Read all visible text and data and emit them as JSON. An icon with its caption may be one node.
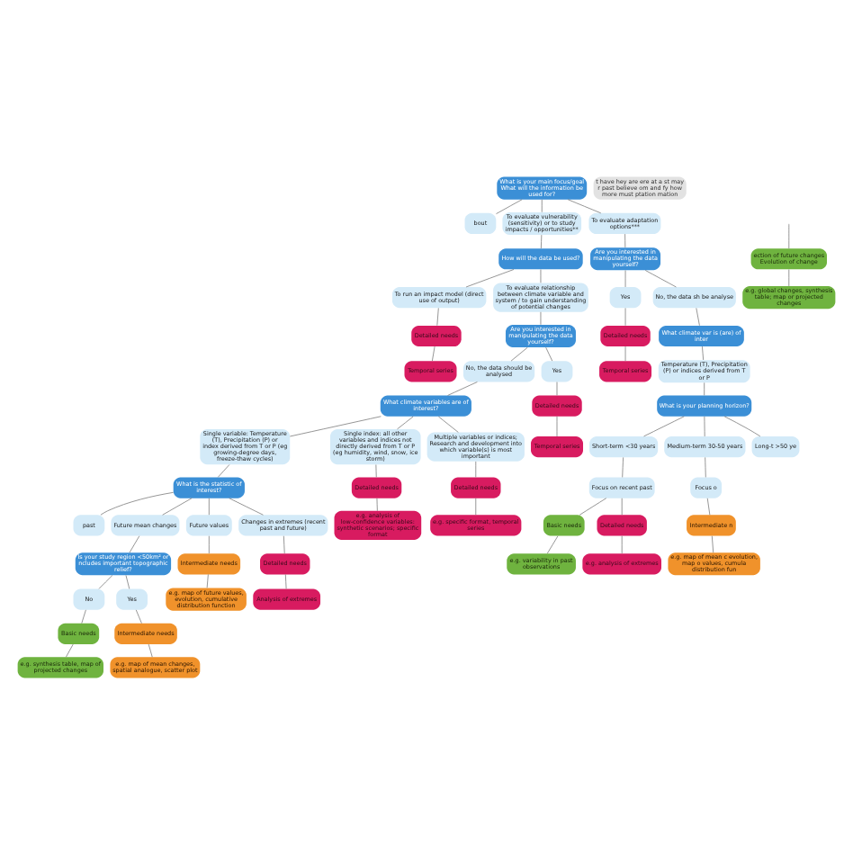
{
  "diagram": {
    "nodes": [
      {
        "text": [
          "What is your main focus/goal What will the information be used for?"
        ]
      },
      {
        "text": [
          "bout"
        ]
      },
      {
        "text": [
          "To evaluate vulnerability (sensitivity) or to study impacts / opportunities**"
        ]
      },
      {
        "text": [
          "To evaluate adaptation options***"
        ]
      },
      {
        "text": [
          "ection of future changes Evolution of change"
        ]
      },
      {
        "text": [
          "e.g. global changes, synthesis table; map or projected changes"
        ]
      },
      {
        "text": [
          "How will the data be used?"
        ]
      },
      {
        "text": [
          "To run an impact model (direct use of output)"
        ]
      },
      {
        "text": [
          "To evaluate relationship between climate variable and system / to gain understanding of potential changes"
        ]
      },
      {
        "text": [
          "Detailed needs"
        ]
      },
      {
        "text": [
          "Temporal series"
        ]
      },
      {
        "text": [
          "Are you interested in manipulating the data yourself?"
        ]
      },
      {
        "text": [
          "No, the data should be analysed"
        ]
      },
      {
        "text": [
          "Yes"
        ]
      },
      {
        "text": [
          "Detailed needs"
        ]
      },
      {
        "text": [
          "Temporal series"
        ]
      },
      {
        "text": [
          "What climate variables are of interest?"
        ]
      },
      {
        "text": [
          "Single variable: Temperature (T), Precipitation (P) or index derived from T or P (eg growing-degree days, freeze-thaw cycles)"
        ]
      },
      {
        "text": [
          "Single index: all other variables and indices not directly derived from T or P (eg humidity, wind, snow, ice storm)"
        ]
      },
      {
        "text": [
          "Multiple variables or indices; Research and development into which variable(s) is most important"
        ]
      },
      {
        "text": [
          "Detailed needs"
        ]
      },
      {
        "text": [
          "e.g. analysis of low-confidence variables: synthetic scenarios; specific format"
        ]
      },
      {
        "text": [
          "Detailed needs"
        ]
      },
      {
        "text": [
          "e.g. specific format, temporal series"
        ]
      },
      {
        "text": [
          "What is the statistic of interest?"
        ]
      },
      {
        "text": [
          "past"
        ]
      },
      {
        "text": [
          "Future mean changes"
        ]
      },
      {
        "text": [
          "Future values"
        ]
      },
      {
        "text": [
          "Changes in extremes (recent past and future)"
        ]
      },
      {
        "text": [
          "Is your study region <50km² or ncludes important topographic relief?"
        ]
      },
      {
        "text": [
          "No"
        ]
      },
      {
        "text": [
          "Yes"
        ]
      },
      {
        "text": [
          "Basic needs"
        ]
      },
      {
        "text": [
          "e.g. synthesis table, map of projected changes"
        ]
      },
      {
        "text": [
          "Intermediate needs"
        ]
      },
      {
        "text": [
          "e.g. map of mean changes, spatial analogue, scatter plot"
        ]
      },
      {
        "text": [
          "Intermediate needs"
        ]
      },
      {
        "text": [
          "e.g. map of future values, evolution, cumulative distribution function"
        ]
      },
      {
        "text": [
          "Detailed needs"
        ]
      },
      {
        "text": [
          "Analysis of extremes"
        ]
      },
      {
        "text": [
          "Are you interested in manipulating the data yourself?"
        ]
      },
      {
        "text": [
          "Yes"
        ]
      },
      {
        "text": [
          "No, the data sh be analyse"
        ]
      },
      {
        "text": [
          "Detailed needs"
        ]
      },
      {
        "text": [
          "Temporal series"
        ]
      },
      {
        "text": [
          "What climate var is (are) of inter"
        ]
      },
      {
        "text": [
          "Temperature (T), Precipitation (P) or indices derived from T or P"
        ]
      },
      {
        "text": [
          "What is your planning horizon?"
        ]
      },
      {
        "text": [
          "Short-term <30 years"
        ]
      },
      {
        "text": [
          "Medium-term 30-50 years"
        ]
      },
      {
        "text": [
          "Long-t >50 ye"
        ]
      },
      {
        "text": [
          "Focus on recent past"
        ]
      },
      {
        "text": [
          "Focus o"
        ]
      },
      {
        "text": [
          "Basic needs"
        ]
      },
      {
        "text": [
          "e.g. variability in past observations"
        ]
      },
      {
        "text": [
          "Detailed needs"
        ]
      },
      {
        "text": [
          "e.g. analysis of extremes"
        ]
      },
      {
        "text": [
          "Intermediate n"
        ]
      },
      {
        "text": [
          "e.g. map of mean c evolution, map o values, cumula distribution fun"
        ]
      },
      {
        "text": [
          "t have hey are ere at a st may r past believe om and fy how more must ptation mation"
        ]
      }
    ],
    "edges": [
      {
        "from": 0,
        "to": 1,
        "arrow": "none"
      },
      {
        "from": 0,
        "to": 2,
        "arrow": "none"
      },
      {
        "from": 0,
        "to": 3,
        "arrow": "none"
      },
      {
        "from": null,
        "to": 4,
        "arrow": "none"
      },
      {
        "from": 4,
        "to": 5,
        "arrow": "none"
      },
      {
        "from": 2,
        "to": 6,
        "arrow": "none"
      },
      {
        "from": 6,
        "to": 7,
        "arrow": "none"
      },
      {
        "from": 6,
        "to": 8,
        "arrow": "none"
      },
      {
        "from": 7,
        "to": 9,
        "arrow": "none"
      },
      {
        "from": 9,
        "to": 10,
        "arrow": "none"
      },
      {
        "from": 8,
        "to": 11,
        "arrow": "none"
      },
      {
        "from": 11,
        "to": 12,
        "arrow": "none"
      },
      {
        "from": 11,
        "to": 13,
        "arrow": "none"
      },
      {
        "from": 13,
        "to": 14,
        "arrow": "none"
      },
      {
        "from": 14,
        "to": 15,
        "arrow": "none"
      },
      {
        "from": 12,
        "to": 16,
        "arrow": "none"
      },
      {
        "from": 16,
        "to": 17,
        "arrow": "none"
      },
      {
        "from": 16,
        "to": 18,
        "arrow": "none"
      },
      {
        "from": 16,
        "to": 19,
        "arrow": "none"
      },
      {
        "from": 18,
        "to": 20,
        "arrow": "none"
      },
      {
        "from": 20,
        "to": 21,
        "arrow": "none"
      },
      {
        "from": 19,
        "to": 22,
        "arrow": "none"
      },
      {
        "from": 22,
        "to": 23,
        "arrow": "none"
      },
      {
        "from": 17,
        "to": 24,
        "arrow": "none"
      },
      {
        "from": 24,
        "to": 25,
        "arrow": "none"
      },
      {
        "from": 24,
        "to": 26,
        "arrow": "none"
      },
      {
        "from": 24,
        "to": 27,
        "arrow": "none"
      },
      {
        "from": 24,
        "to": 28,
        "arrow": "none"
      },
      {
        "from": 26,
        "to": 29,
        "arrow": "none"
      },
      {
        "from": 29,
        "to": 30,
        "arrow": "none"
      },
      {
        "from": 29,
        "to": 31,
        "arrow": "none"
      },
      {
        "from": 30,
        "to": 32,
        "arrow": "none"
      },
      {
        "from": 32,
        "to": 33,
        "arrow": "none"
      },
      {
        "from": 31,
        "to": 34,
        "arrow": "none"
      },
      {
        "from": 34,
        "to": 35,
        "arrow": "none"
      },
      {
        "from": 27,
        "to": 36,
        "arrow": "none"
      },
      {
        "from": 36,
        "to": 37,
        "arrow": "none"
      },
      {
        "from": 28,
        "to": 38,
        "arrow": "none"
      },
      {
        "from": 38,
        "to": 39,
        "arrow": "none"
      },
      {
        "from": 3,
        "to": 40,
        "arrow": "none"
      },
      {
        "from": 40,
        "to": 41,
        "arrow": "none"
      },
      {
        "from": 40,
        "to": 42,
        "arrow": "none"
      },
      {
        "from": 41,
        "to": 43,
        "arrow": "none"
      },
      {
        "from": 43,
        "to": 44,
        "arrow": "none"
      },
      {
        "from": 42,
        "to": 45,
        "arrow": "none"
      },
      {
        "from": 45,
        "to": 46,
        "arrow": "none"
      },
      {
        "from": 46,
        "to": 47,
        "arrow": "none"
      },
      {
        "from": 47,
        "to": 48,
        "arrow": "none"
      },
      {
        "from": 47,
        "to": 49,
        "arrow": "none"
      },
      {
        "from": 47,
        "to": 50,
        "arrow": "none"
      },
      {
        "from": 48,
        "to": 51,
        "arrow": "none"
      },
      {
        "from": 49,
        "to": 52,
        "arrow": "none"
      },
      {
        "from": 51,
        "to": 53,
        "arrow": "none"
      },
      {
        "from": 51,
        "to": 55,
        "arrow": "none"
      },
      {
        "from": 53,
        "to": 54,
        "arrow": "none"
      },
      {
        "from": 55,
        "to": 56,
        "arrow": "none"
      },
      {
        "from": 52,
        "to": 57,
        "arrow": "none"
      },
      {
        "from": 57,
        "to": 58,
        "arrow": "none"
      }
    ]
  }
}
